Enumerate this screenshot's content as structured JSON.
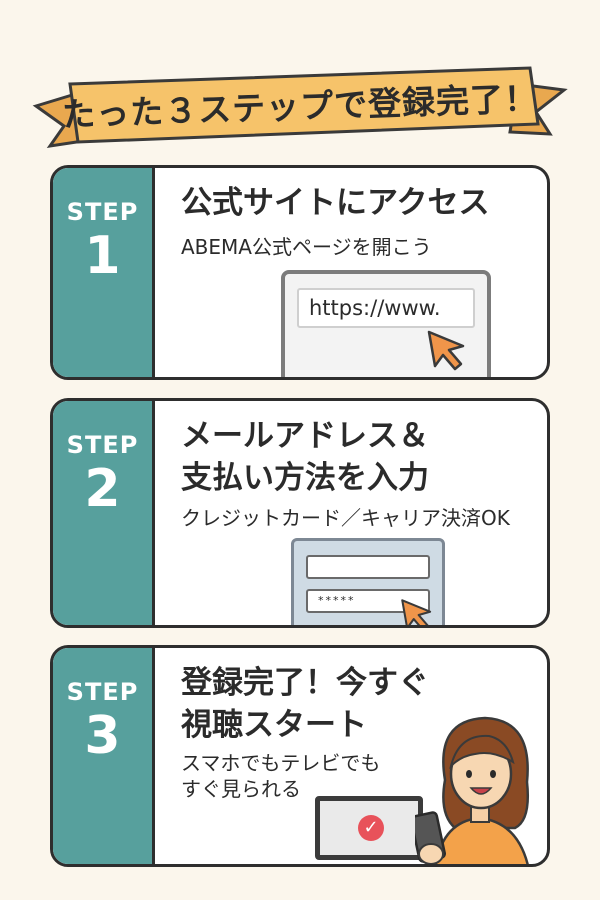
{
  "banner": {
    "title": "たった３ステップで登録完了！",
    "color": "#f6c36a"
  },
  "steps": [
    {
      "label": "STEP",
      "number": "1",
      "title_lines": [
        "公式サイトにアクセス"
      ],
      "subtitle": "ABEMA公式ページを開こう",
      "url_text": "https://www."
    },
    {
      "label": "STEP",
      "number": "2",
      "title_lines": [
        "メールアドレス＆",
        "支払い方法を入力"
      ],
      "subtitle": "クレジットカード／キャリア決済OK",
      "password_mask": "*****"
    },
    {
      "label": "STEP",
      "number": "3",
      "title_lines": [
        "登録完了！今すぐ",
        "視聴スタート"
      ],
      "subtitle_lines": [
        "スマホでもテレビでも",
        "すぐ見られる"
      ]
    }
  ],
  "icons": {
    "cursor": "cursor-arrow-icon",
    "check": "check-icon"
  },
  "colors": {
    "accent": "#57a09d",
    "background": "#fbf6ec",
    "cursor": "#f0954a",
    "check": "#e8525a"
  }
}
